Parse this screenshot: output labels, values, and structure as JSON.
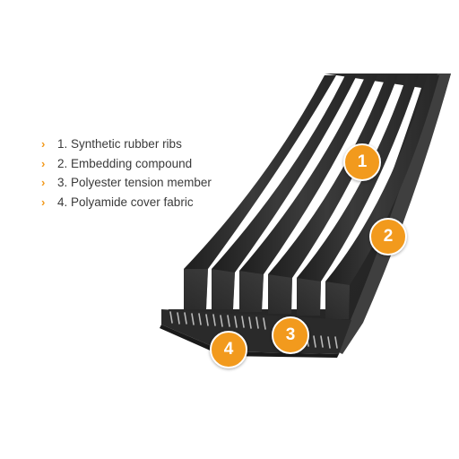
{
  "legend": {
    "items": [
      {
        "label": "1. Synthetic rubber ribs"
      },
      {
        "label": "2. Embedding compound"
      },
      {
        "label": "3. Polyester tension member"
      },
      {
        "label": "4. Polyamide cover fabric"
      }
    ],
    "chevron": "›"
  },
  "callouts": {
    "badge_1": "1",
    "badge_2": "2",
    "badge_3": "3",
    "badge_4": "4"
  },
  "colors": {
    "accent": "#f29a1d",
    "belt_dark": "#2b2b2b",
    "text": "#3a3a3a",
    "background": "#ffffff"
  }
}
